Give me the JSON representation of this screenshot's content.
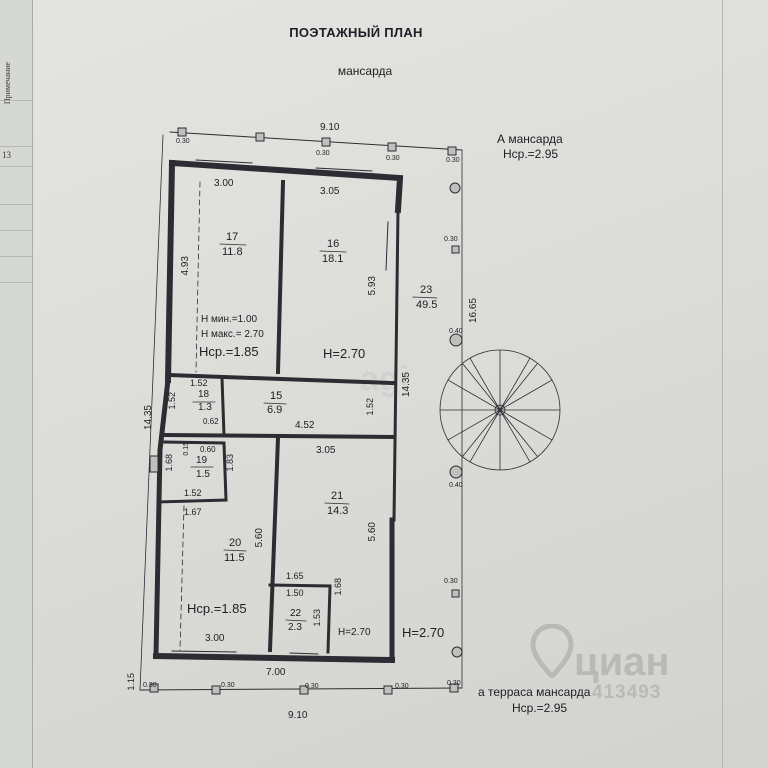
{
  "title": "ПОЭТАЖНЫЙ ПЛАН",
  "subtitle": "мансарда",
  "margin": {
    "label": "Примечание",
    "page_number": "13"
  },
  "side_note": {
    "line1": "А мансарда",
    "line2": "Нср.=2.95"
  },
  "bottom_note": {
    "line1": "а терраса мансарда",
    "line2": "Нср.=2.95"
  },
  "rooms": [
    {
      "id": "r17",
      "number": "17",
      "area": "11.8"
    },
    {
      "id": "r16",
      "number": "16",
      "area": "18.1"
    },
    {
      "id": "r23",
      "number": "23",
      "area": "49.5"
    },
    {
      "id": "r15",
      "number": "15",
      "area": "6.9"
    },
    {
      "id": "r18",
      "number": "18",
      "area": "1.3"
    },
    {
      "id": "r19",
      "number": "19",
      "area": "1.5"
    },
    {
      "id": "r20",
      "number": "20",
      "area": "11.5"
    },
    {
      "id": "r21",
      "number": "21",
      "area": "14.3"
    },
    {
      "id": "r22",
      "number": "22",
      "area": "2.3"
    }
  ],
  "heights": {
    "r17_min": "Н мин.=1.00",
    "r17_max": "Н макс.= 2.70",
    "r17_avg": "Нср.=1.85",
    "r16": "Н=2.70",
    "r20": "Нср.=1.85",
    "r22": "Н=2.70",
    "r23": "Н=2.70"
  },
  "dimensions": [
    "9.10",
    "9.10",
    "14.35",
    "14.35",
    "16.65",
    "7.00",
    "1.15",
    "3.00",
    "3.05",
    "4.93",
    "5.93",
    "1.52",
    "1.52",
    "1.52",
    "1.52",
    "0.62",
    "4.52",
    "0.60",
    "0.15",
    "1.68",
    "1.83",
    "3.05",
    "1.67",
    "5.60",
    "5.60",
    "1.65",
    "1.50",
    "1.68",
    "1.53",
    "3.00",
    "0.30",
    "0.30",
    "0.30",
    "0.30",
    "0.30",
    "0.30",
    "0.30",
    "0.30",
    "0.30",
    "0.30",
    "0.40",
    "0.40",
    "0.30"
  ],
  "watermark": {
    "brand": "циан",
    "id": "413493",
    "faint": "agi"
  }
}
